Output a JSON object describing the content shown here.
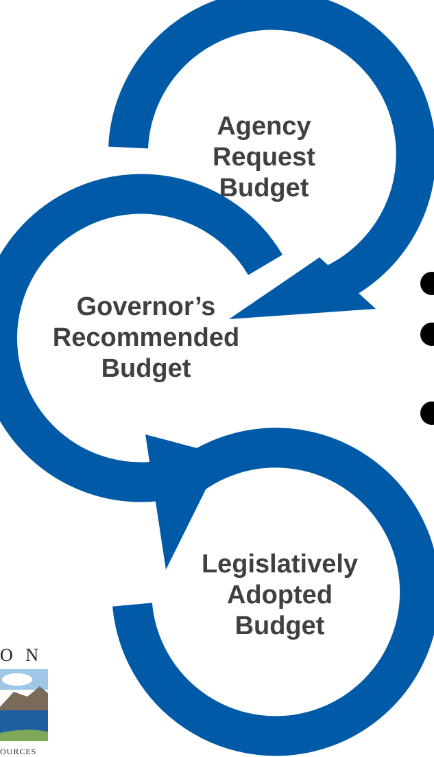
{
  "colors": {
    "arrow": "#005aa7",
    "label": "#404040",
    "bullet": "#000000"
  },
  "stages": [
    {
      "lines": [
        "Agency",
        "Request",
        "Budget"
      ]
    },
    {
      "lines": [
        "Governor’s",
        "Recommended",
        "Budget"
      ]
    },
    {
      "lines": [
        "Legislatively",
        "Adopted",
        "Budget"
      ]
    }
  ],
  "logo": {
    "top_text": "O N",
    "bottom_text": "OURCES"
  }
}
